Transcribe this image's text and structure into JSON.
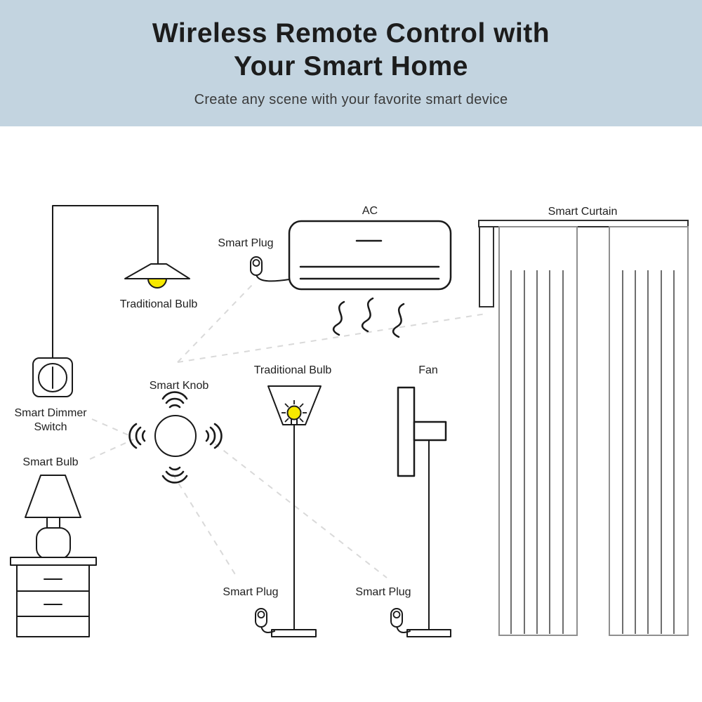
{
  "header": {
    "title_line1": "Wireless Remote Control with",
    "title_line2": "Your Smart Home",
    "subtitle": "Create any scene with your favorite smart device"
  },
  "labels": {
    "pendant_bulb": "Traditional Bulb",
    "ac_plug": "Smart Plug",
    "ac": "AC",
    "curtain": "Smart Curtain",
    "knob": "Smart Knob",
    "dimmer_line1": "Smart Dimmer",
    "dimmer_line2": "Switch",
    "smart_bulb": "Smart Bulb",
    "floor_bulb": "Traditional Bulb",
    "fan": "Fan",
    "plug_lamp": "Smart Plug",
    "plug_fan": "Smart Plug"
  },
  "connections": {
    "hub": "Smart Knob",
    "targets": [
      "Smart Plug (AC)",
      "Smart Curtain",
      "Smart Dimmer Switch",
      "Smart Bulb",
      "Smart Plug (floor lamp)",
      "Smart Plug (fan)"
    ]
  },
  "colors": {
    "header_bg": "#c3d4e0",
    "title_color": "#1c1c1c",
    "subtitle_color": "#3a3a3a",
    "label_color": "#1f1f1f",
    "line": "#1a1a1a",
    "dashed_line": "#d9d9d9",
    "bulb_yellow": "#f7e900",
    "curtain_border": "#8f8f8f"
  }
}
